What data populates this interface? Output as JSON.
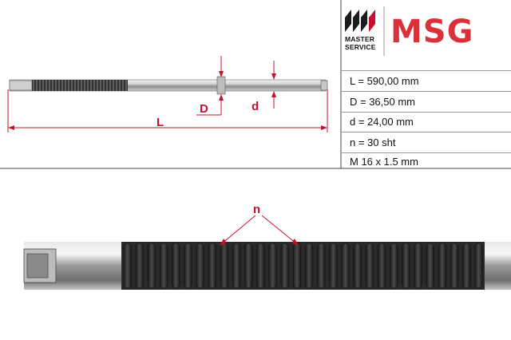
{
  "brand": {
    "logo_line1": "MASTER",
    "logo_line2": "SERVICE",
    "name": "MSG",
    "red": "#d8313a",
    "dark": "#222222"
  },
  "drawing_labels": {
    "length": "L",
    "outer_diameter": "D",
    "inner_diameter": "d",
    "teeth": "n"
  },
  "specs": [
    "L = 590,00 mm",
    "D = 36,50 mm",
    "d = 24,00 mm",
    "n = 30 sht",
    "M 16 x 1.5 mm"
  ],
  "teeth_count": 30,
  "colors": {
    "dimension": "#c8102e",
    "steel": "#b9b9b9",
    "teeth": "#2a2a2a"
  }
}
